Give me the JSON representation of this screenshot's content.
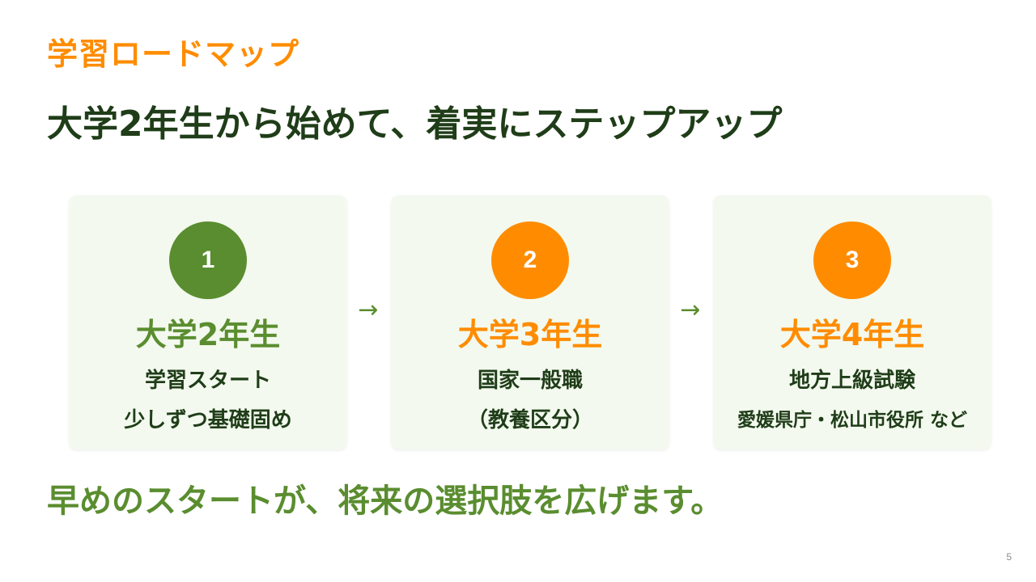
{
  "eyebrow": "学習ロードマップ",
  "headline": "大学2年生から始めて、着実にステップアップ",
  "steps": [
    {
      "number": "1",
      "year": "大学2年生",
      "line1": "学習スタート",
      "line2": "少しずつ基礎固め",
      "accent": "#5a8d2f"
    },
    {
      "number": "2",
      "year": "大学3年生",
      "line1": "国家一般職",
      "line2": "（教養区分）",
      "accent": "#ff8c00"
    },
    {
      "number": "3",
      "year": "大学4年生",
      "line1": "地方上級試験",
      "line2": "愛媛県庁・松山市役所 など",
      "accent": "#ff8c00"
    }
  ],
  "arrow_glyph": "→",
  "footer": "早めのスタートが、将来の選択肢を広げます。",
  "page_number": "5",
  "colors": {
    "orange": "#ff8c00",
    "green": "#5a8d2f",
    "dark_green": "#1f3d18",
    "card_background": "#f3f9ee"
  }
}
